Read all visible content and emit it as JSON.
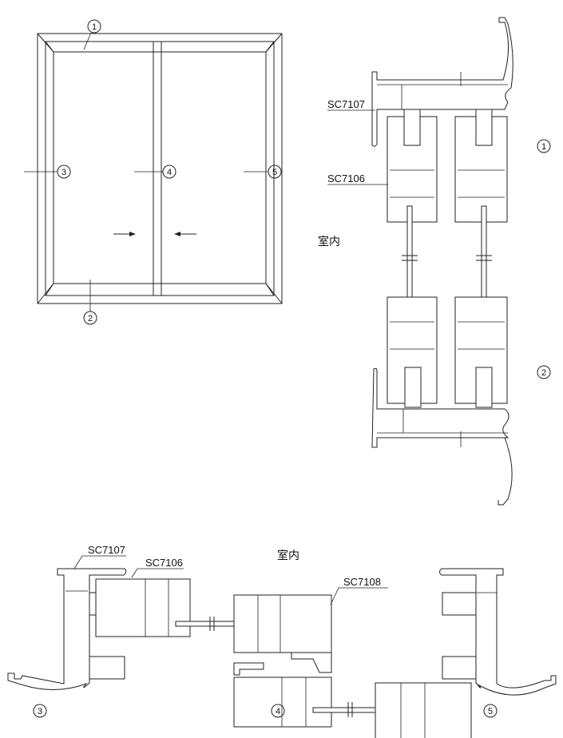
{
  "callouts": {
    "c1": "1",
    "c2": "2",
    "c3": "3",
    "c4": "4",
    "c5": "5"
  },
  "profiles": {
    "frame": "SC7107",
    "sash": "SC7106",
    "interlock": "SC7108"
  },
  "indoor_label": "室内",
  "colors": {
    "line": "#222222",
    "background": "#ffffff"
  }
}
